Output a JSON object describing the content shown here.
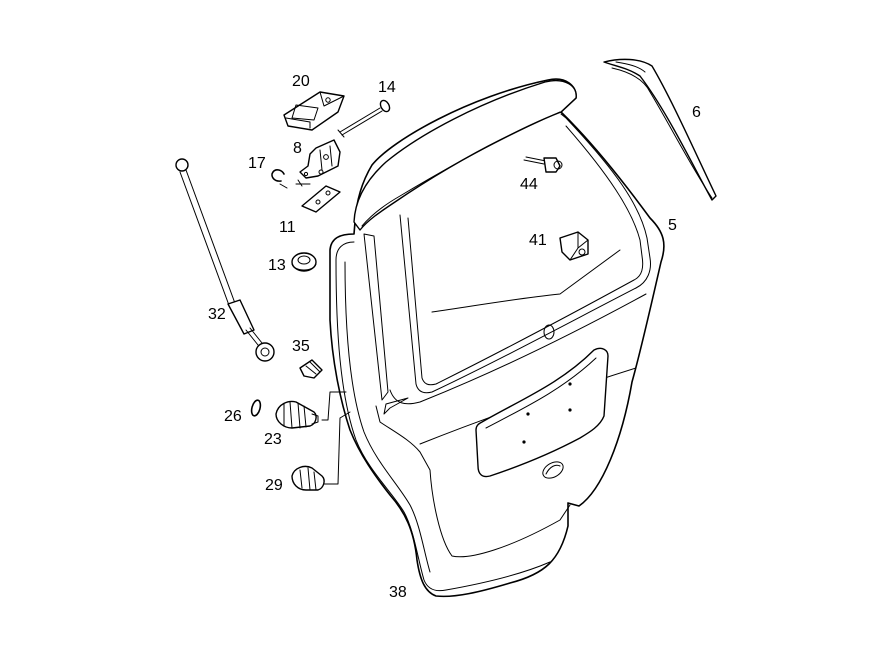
{
  "diagram": {
    "part_numbers": {
      "p5": "5",
      "p6": "6",
      "p8": "8",
      "p11": "11",
      "p13": "13",
      "p14": "14",
      "p17": "17",
      "p20": "20",
      "p23": "23",
      "p26": "26",
      "p29": "29",
      "p32": "32",
      "p35": "35",
      "p38": "38",
      "p41": "41",
      "p44": "44"
    }
  }
}
